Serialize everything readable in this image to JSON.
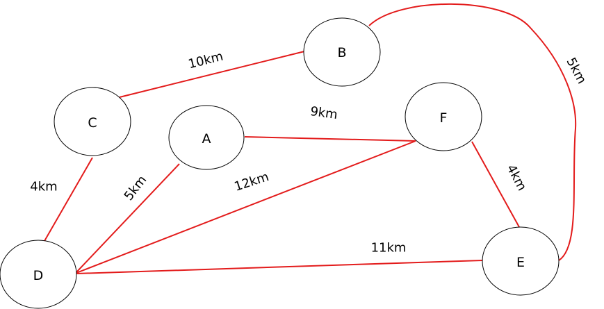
{
  "diagram": {
    "edge_color": "#e31b1b",
    "node_stroke": "#000000",
    "nodes": [
      {
        "id": "A",
        "label": "A"
      },
      {
        "id": "B",
        "label": "B"
      },
      {
        "id": "C",
        "label": "C"
      },
      {
        "id": "D",
        "label": "D"
      },
      {
        "id": "E",
        "label": "E"
      },
      {
        "id": "F",
        "label": "F"
      }
    ],
    "edges": [
      {
        "from": "C",
        "to": "B",
        "label": "10km"
      },
      {
        "from": "B",
        "to": "E",
        "label": "5km"
      },
      {
        "from": "A",
        "to": "F",
        "label": "9km"
      },
      {
        "from": "C",
        "to": "D",
        "label": "4km"
      },
      {
        "from": "A",
        "to": "D",
        "label": "5km"
      },
      {
        "from": "F",
        "to": "D",
        "label": "12km"
      },
      {
        "from": "F",
        "to": "E",
        "label": "4km"
      },
      {
        "from": "D",
        "to": "E",
        "label": "11km"
      }
    ]
  }
}
